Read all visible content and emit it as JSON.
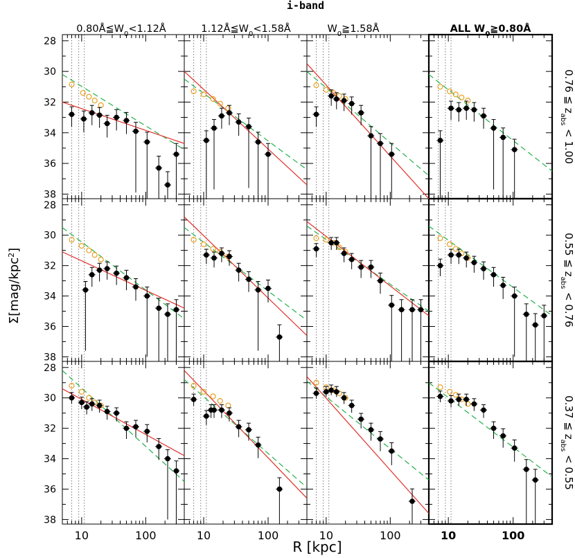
{
  "chart_data": {
    "type": "scatter",
    "title": "i-band",
    "xlabel": "R [kpc]",
    "ylabel": "Σ[mag/kpc²]",
    "x_scale": "log",
    "xlim": [
      5,
      400
    ],
    "ylim": [
      38.3,
      27.6
    ],
    "x_ticks": [
      10,
      100
    ],
    "x_tick_labels": [
      "10",
      "100"
    ],
    "y_ticks": [
      28,
      30,
      32,
      34,
      36,
      38
    ],
    "y_tick_labels": [
      "28",
      "30",
      "32",
      "34",
      "36",
      "38"
    ],
    "columns": [
      {
        "label_pre": "0.80Å≦W",
        "label_sub": "0",
        "label_post": "<1.12Å",
        "bold": false
      },
      {
        "label_pre": "1.12Å≦W",
        "label_sub": "0",
        "label_post": "<1.58Å",
        "bold": false
      },
      {
        "label_pre": "W",
        "label_sub": "0",
        "label_post": "≧1.58Å",
        "bold": false
      },
      {
        "label_pre": "ALL W",
        "label_sub": "0",
        "label_post": "≧0.80Å",
        "bold": true
      }
    ],
    "rows": [
      {
        "low": "0.76",
        "high": "1.00"
      },
      {
        "low": "0.55",
        "high": "0.76"
      },
      {
        "low": "0.37",
        "high": "0.55"
      }
    ],
    "row_label_op": "≦",
    "row_label_var": "z",
    "row_label_sub": "abs",
    "row_label_op2": "<",
    "vlines": [
      7,
      9,
      11
    ],
    "panels": [
      {
        "row": 0,
        "col": 0,
        "points": [
          [
            7,
            32.8
          ],
          [
            10.8,
            33.1
          ],
          [
            14.5,
            32.7
          ],
          [
            19,
            32.85
          ],
          [
            25,
            33.4
          ],
          [
            35,
            33.0
          ],
          [
            50,
            33.2
          ],
          [
            70,
            33.9
          ],
          [
            105,
            34.6
          ],
          [
            160,
            36.3
          ],
          [
            220,
            37.4
          ],
          [
            300,
            35.4
          ]
        ],
        "open": [
          [
            7,
            30.85
          ],
          [
            10.5,
            31.4
          ],
          [
            13,
            31.65
          ],
          [
            16,
            31.9
          ],
          [
            20,
            32.2
          ]
        ],
        "red_line": [
          [
            5,
            32.0
          ],
          [
            400,
            34.7
          ]
        ],
        "green_line": [
          [
            5,
            30.2
          ],
          [
            400,
            35.1
          ]
        ]
      },
      {
        "row": 0,
        "col": 1,
        "points": [
          [
            11,
            34.5
          ],
          [
            14.5,
            33.7
          ],
          [
            19,
            32.9
          ],
          [
            25,
            32.7
          ],
          [
            35,
            33.3
          ],
          [
            50,
            33.6
          ],
          [
            70,
            34.6
          ],
          [
            100,
            35.4
          ]
        ],
        "open": [
          [
            7,
            31.3
          ],
          [
            10,
            31.5
          ],
          [
            14,
            31.8
          ],
          [
            18,
            32.1
          ],
          [
            24,
            32.4
          ]
        ],
        "red_line": [
          [
            5,
            30.0
          ],
          [
            400,
            37.4
          ]
        ],
        "green_line": [
          [
            5,
            30.5
          ],
          [
            400,
            36.4
          ]
        ]
      },
      {
        "row": 0,
        "col": 2,
        "points": [
          [
            7,
            32.8
          ],
          [
            12,
            31.6
          ],
          [
            14.5,
            31.8
          ],
          [
            19,
            31.9
          ],
          [
            25,
            32.1
          ],
          [
            35,
            32.7
          ],
          [
            50,
            34.2
          ],
          [
            70,
            34.7
          ],
          [
            105,
            35.4
          ]
        ],
        "open": [
          [
            7,
            30.9
          ],
          [
            10,
            31.2
          ],
          [
            13,
            31.4
          ],
          [
            16,
            31.6
          ],
          [
            20,
            31.8
          ]
        ],
        "red_line": [
          [
            5,
            29.5
          ],
          [
            400,
            38.3
          ]
        ],
        "green_line": [
          [
            5,
            30.0
          ],
          [
            400,
            36.8
          ]
        ]
      },
      {
        "row": 0,
        "col": 3,
        "points": [
          [
            7.5,
            34.5
          ],
          [
            11,
            32.4
          ],
          [
            14.5,
            32.5
          ],
          [
            19,
            32.4
          ],
          [
            25,
            32.5
          ],
          [
            35,
            32.9
          ],
          [
            50,
            33.7
          ],
          [
            70,
            34.3
          ],
          [
            105,
            35.1
          ]
        ],
        "open": [
          [
            7.5,
            31.0
          ],
          [
            10.5,
            31.3
          ],
          [
            13,
            31.5
          ],
          [
            16,
            31.7
          ],
          [
            20,
            31.9
          ]
        ],
        "green_line": [
          [
            5,
            30.2
          ],
          [
            400,
            36.5
          ]
        ]
      },
      {
        "row": 1,
        "col": 0,
        "points": [
          [
            11.5,
            33.6
          ],
          [
            14.5,
            32.6
          ],
          [
            19,
            32.3
          ],
          [
            25,
            32.2
          ],
          [
            35,
            32.5
          ],
          [
            50,
            32.8
          ],
          [
            70,
            33.4
          ],
          [
            105,
            34.0
          ],
          [
            160,
            34.8
          ],
          [
            220,
            35.2
          ],
          [
            300,
            34.9
          ]
        ],
        "open": [
          [
            7,
            30.3
          ],
          [
            10,
            30.7
          ],
          [
            13,
            31.0
          ],
          [
            16,
            31.3
          ],
          [
            20,
            31.6
          ]
        ],
        "red_line": [
          [
            5,
            31.1
          ],
          [
            400,
            34.8
          ]
        ],
        "green_line": [
          [
            5,
            29.5
          ],
          [
            400,
            35.5
          ]
        ]
      },
      {
        "row": 1,
        "col": 1,
        "points": [
          [
            11,
            31.3
          ],
          [
            14.5,
            31.5
          ],
          [
            19,
            31.2
          ],
          [
            25,
            31.4
          ],
          [
            35,
            32.3
          ],
          [
            50,
            32.9
          ],
          [
            70,
            33.6
          ],
          [
            100,
            33.5
          ],
          [
            150,
            36.7
          ]
        ],
        "open": [
          [
            7,
            30.3
          ],
          [
            10,
            30.6
          ],
          [
            14,
            30.9
          ],
          [
            18,
            31.1
          ],
          [
            24,
            31.4
          ]
        ],
        "red_line": [
          [
            5,
            28.8
          ],
          [
            400,
            36.6
          ]
        ],
        "green_line": [
          [
            5,
            29.5
          ],
          [
            400,
            35.6
          ]
        ]
      },
      {
        "row": 1,
        "col": 2,
        "points": [
          [
            7,
            30.9
          ],
          [
            12,
            30.5
          ],
          [
            14.5,
            30.5
          ],
          [
            19,
            31.2
          ],
          [
            25,
            31.6
          ],
          [
            35,
            32.1
          ],
          [
            50,
            32.1
          ],
          [
            70,
            33.0
          ],
          [
            105,
            34.6
          ],
          [
            150,
            34.9
          ],
          [
            220,
            34.9
          ],
          [
            300,
            34.9
          ]
        ],
        "open": [
          [
            7,
            30.2
          ],
          [
            10,
            30.3
          ],
          [
            13,
            30.5
          ],
          [
            16,
            30.8
          ],
          [
            20,
            31.1
          ]
        ],
        "red_line": [
          [
            5,
            29.1
          ],
          [
            400,
            35.3
          ]
        ],
        "green_line": [
          [
            5,
            29.4
          ],
          [
            400,
            35.0
          ]
        ]
      },
      {
        "row": 1,
        "col": 3,
        "points": [
          [
            7.5,
            32.0
          ],
          [
            11,
            31.3
          ],
          [
            14.5,
            31.3
          ],
          [
            19,
            31.5
          ],
          [
            25,
            31.8
          ],
          [
            35,
            32.2
          ],
          [
            50,
            32.6
          ],
          [
            70,
            33.3
          ],
          [
            105,
            34.0
          ],
          [
            160,
            35.2
          ],
          [
            220,
            35.9
          ],
          [
            300,
            35.3
          ]
        ],
        "open": [
          [
            7.5,
            30.2
          ],
          [
            10.5,
            30.6
          ],
          [
            13,
            30.9
          ],
          [
            16,
            31.2
          ],
          [
            20,
            31.5
          ]
        ],
        "green_line": [
          [
            5,
            29.4
          ],
          [
            400,
            35.3
          ]
        ]
      },
      {
        "row": 2,
        "col": 0,
        "points": [
          [
            7,
            30.0
          ],
          [
            10,
            30.3
          ],
          [
            12,
            30.6
          ],
          [
            14.5,
            30.4
          ],
          [
            19,
            30.5
          ],
          [
            25,
            30.9
          ],
          [
            35,
            31.0
          ],
          [
            50,
            32.0
          ],
          [
            70,
            31.9
          ],
          [
            105,
            32.2
          ],
          [
            160,
            33.2
          ],
          [
            220,
            34.0
          ],
          [
            300,
            34.8
          ]
        ],
        "open": [
          [
            7,
            29.2
          ],
          [
            10,
            29.6
          ],
          [
            13,
            30.0
          ],
          [
            16,
            30.3
          ],
          [
            20,
            30.5
          ]
        ],
        "red_line": [
          [
            5,
            29.4
          ],
          [
            400,
            33.8
          ]
        ],
        "green_line": [
          [
            5,
            28.2
          ],
          [
            400,
            35.5
          ]
        ]
      },
      {
        "row": 2,
        "col": 1,
        "points": [
          [
            7,
            30.1
          ],
          [
            11,
            31.2
          ],
          [
            13,
            30.8
          ],
          [
            14.5,
            30.8
          ],
          [
            19,
            30.8
          ],
          [
            25,
            31.0
          ],
          [
            35,
            31.9
          ],
          [
            50,
            32.1
          ],
          [
            70,
            33.1
          ],
          [
            150,
            36.0
          ]
        ],
        "open": [
          [
            7,
            29.2
          ],
          [
            10,
            29.6
          ],
          [
            14,
            29.9
          ],
          [
            18,
            30.2
          ],
          [
            24,
            30.5
          ]
        ],
        "red_line": [
          [
            5,
            28.2
          ],
          [
            400,
            36.6
          ]
        ],
        "green_line": [
          [
            5,
            28.8
          ],
          [
            400,
            35.9
          ]
        ]
      },
      {
        "row": 2,
        "col": 2,
        "points": [
          [
            7,
            29.7
          ],
          [
            10,
            29.6
          ],
          [
            12,
            29.5
          ],
          [
            14.5,
            29.6
          ],
          [
            19,
            30.0
          ],
          [
            25,
            30.5
          ],
          [
            35,
            31.4
          ],
          [
            50,
            32.1
          ],
          [
            70,
            32.7
          ],
          [
            105,
            33.5
          ],
          [
            220,
            36.8
          ]
        ],
        "open": [
          [
            7,
            29.0
          ],
          [
            10,
            29.3
          ],
          [
            13,
            29.5
          ],
          [
            16,
            29.7
          ],
          [
            20,
            30.0
          ]
        ],
        "red_line": [
          [
            5,
            28.6
          ],
          [
            400,
            37.6
          ]
        ],
        "green_line": [
          [
            5,
            28.9
          ],
          [
            400,
            35.4
          ]
        ]
      },
      {
        "row": 2,
        "col": 3,
        "points": [
          [
            7.5,
            29.9
          ],
          [
            11,
            30.2
          ],
          [
            14.5,
            30.1
          ],
          [
            19,
            30.1
          ],
          [
            25,
            30.4
          ],
          [
            35,
            30.8
          ],
          [
            50,
            32.0
          ],
          [
            70,
            32.5
          ],
          [
            105,
            33.3
          ],
          [
            160,
            34.7
          ],
          [
            220,
            35.4
          ]
        ],
        "open": [
          [
            7.5,
            29.3
          ],
          [
            10.5,
            29.6
          ],
          [
            13,
            29.8
          ],
          [
            16,
            30.1
          ],
          [
            20,
            30.4
          ]
        ],
        "green_line": [
          [
            5,
            29.0
          ],
          [
            400,
            35.2
          ]
        ]
      }
    ]
  }
}
